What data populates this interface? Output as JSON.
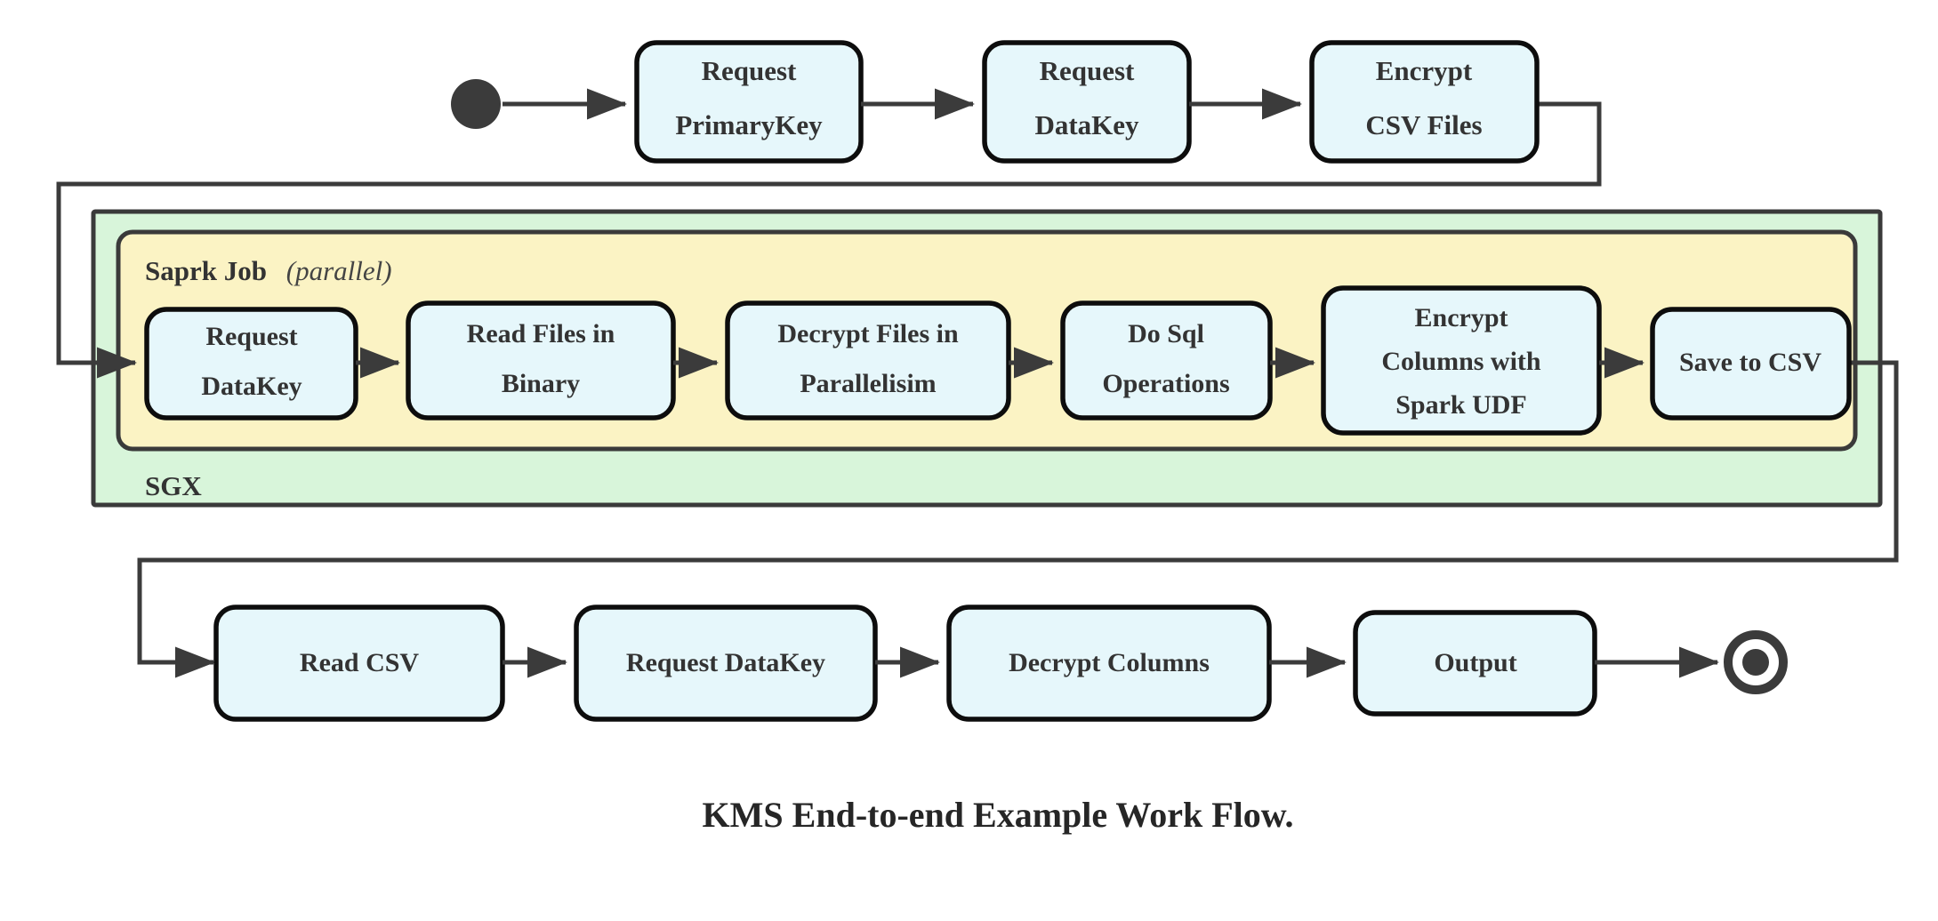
{
  "diagram": {
    "caption": "KMS End-to-end Example Work Flow.",
    "colors": {
      "node_fill": "#e6f7fb",
      "node_stroke": "#0d0d0d",
      "sgx_fill": "#d8f5da",
      "spark_fill": "#fbf3c4",
      "container_stroke": "#3a3a3a",
      "edge_stroke": "#3b3b3b",
      "text": "#333333"
    },
    "start_node": {
      "name": "start-node",
      "shape": "filled-circle"
    },
    "end_node": {
      "name": "end-node",
      "shape": "bullseye-circle"
    },
    "containers": [
      {
        "id": "sgx",
        "label": "SGX",
        "label_position": "bottom-left"
      },
      {
        "id": "spark",
        "label": "Saprk Job",
        "annotation": "(parallel)",
        "annotation_italic": "parallel",
        "label_position": "top-left"
      }
    ],
    "rows": [
      {
        "id": "row-top",
        "nodes": [
          {
            "id": "request-primarykey",
            "lines": [
              "Request",
              "PrimaryKey"
            ]
          },
          {
            "id": "request-datakey-top",
            "lines": [
              "Request",
              "DataKey"
            ]
          },
          {
            "id": "encrypt-csv-files",
            "lines": [
              "Encrypt",
              "CSV Files"
            ]
          }
        ]
      },
      {
        "id": "row-spark",
        "nodes": [
          {
            "id": "request-datakey-spark",
            "lines": [
              "Request",
              "DataKey"
            ]
          },
          {
            "id": "read-files-in-binary",
            "lines": [
              "Read Files in",
              "Binary"
            ]
          },
          {
            "id": "decrypt-files-in-parallelisim",
            "lines": [
              "Decrypt Files in",
              "Parallelisim"
            ]
          },
          {
            "id": "do-sql-operations",
            "lines": [
              "Do Sql",
              "Operations"
            ]
          },
          {
            "id": "encrypt-columns-with-spark-udf",
            "lines": [
              "Encrypt",
              "Columns with",
              "Spark UDF"
            ]
          },
          {
            "id": "save-to-csv",
            "lines": [
              "Save to CSV"
            ]
          }
        ]
      },
      {
        "id": "row-bottom",
        "nodes": [
          {
            "id": "read-csv",
            "lines": [
              "Read CSV"
            ]
          },
          {
            "id": "request-datakey-bottom",
            "lines": [
              "Request DataKey"
            ]
          },
          {
            "id": "decrypt-columns",
            "lines": [
              "Decrypt Columns"
            ]
          },
          {
            "id": "output",
            "lines": [
              "Output"
            ]
          }
        ]
      }
    ],
    "labels": {
      "n0_l0": "Request",
      "n0_l1": "PrimaryKey",
      "n1_l0": "Request",
      "n1_l1": "DataKey",
      "n2_l0": "Encrypt",
      "n2_l1": "CSV Files",
      "n3_l0": "Request",
      "n3_l1": "DataKey",
      "n4_l0": "Read Files in",
      "n4_l1": "Binary",
      "n5_l0": "Decrypt Files in",
      "n5_l1": "Parallelisim",
      "n6_l0": "Do Sql",
      "n6_l1": "Operations",
      "n7_l0": "Encrypt",
      "n7_l1": "Columns with",
      "n7_l2": "Spark UDF",
      "n8_l0": "Save to CSV",
      "n9_l0": "Read CSV",
      "n10_l0": "Request DataKey",
      "n11_l0": "Decrypt Columns",
      "n12_l0": "Output",
      "sgx": "SGX",
      "spark_bold": "Saprk Job",
      "spark_italic_open": "(",
      "spark_italic": "parallel",
      "spark_italic_close": ")",
      "caption": "KMS End-to-end Example Work Flow."
    }
  }
}
